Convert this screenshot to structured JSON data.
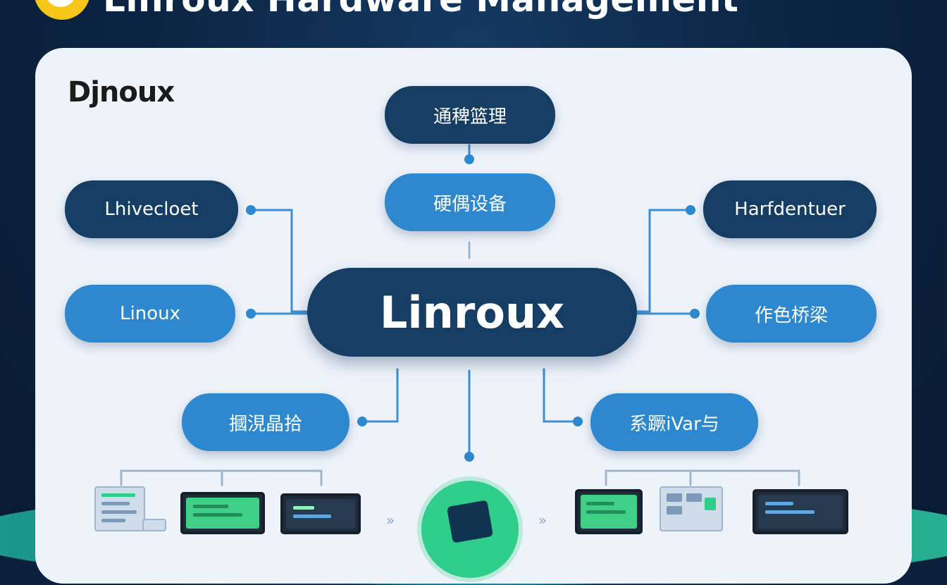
{
  "header": {
    "title": "Linroux Hardware Management"
  },
  "panel": {
    "brand": "Djnoux"
  },
  "nodes": {
    "top": "通稗篮理",
    "second": "硬偶设备",
    "center": "Linroux",
    "left_upper": "Lhivecloet",
    "left_lower": "Linoux",
    "right_upper": "Harfdentuer",
    "right_lower": "作色桥梁",
    "bottom_left": "摑涀晶拾",
    "bottom_right": "系蹶iVar与"
  },
  "colors": {
    "dark_node": "#163e64",
    "light_node": "#2d88cf",
    "connector": "#3d8fd0",
    "panel": "#eef3fa",
    "accent_green": "#2fcf8b"
  },
  "devices": {
    "left_group": [
      "document-icon",
      "green-monitor-icon",
      "dark-monitor-icon"
    ],
    "center": "chip-circle-icon",
    "right_group": [
      "green-monitor-icon",
      "server-panel-icon",
      "dark-monitor-icon"
    ]
  }
}
